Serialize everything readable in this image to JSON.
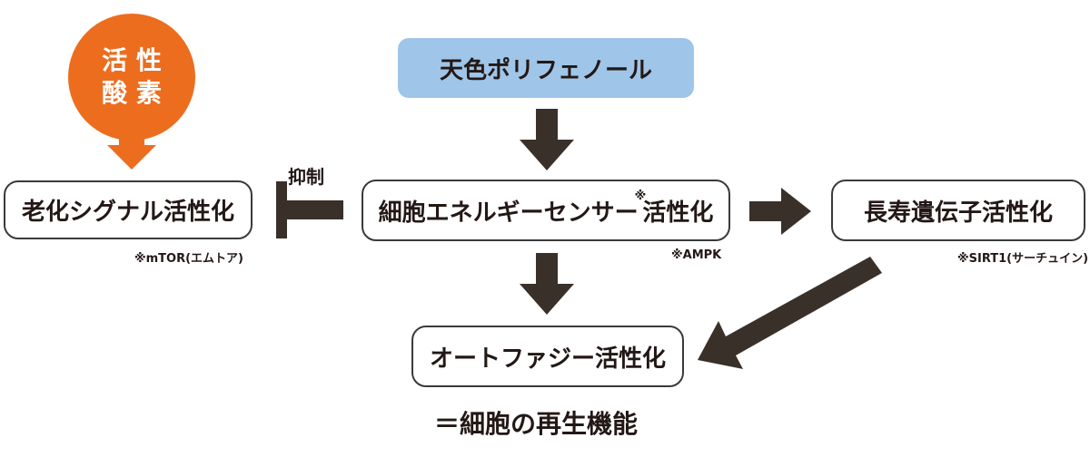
{
  "ros": {
    "line1": "活 性",
    "line2": "酸 素"
  },
  "polyphenol": "天色ポリフェノール",
  "boxes": {
    "aging": "老化シグナル活性化",
    "energy": "細胞エネルギーセンサー",
    "energy_suffix": "活性化",
    "energy_mark": "※",
    "longevity": "長寿遺伝子活性化",
    "autophagy": "オートファジー活性化"
  },
  "notes": {
    "aging": "※mTOR(エムトア)",
    "energy": "※AMPK",
    "longevity": "※SIRT1(サーチュイン)"
  },
  "inhibit_label": "抑制",
  "result": "＝細胞の再生機能",
  "colors": {
    "ros": "#ed6d1f",
    "polyphenol": "#9fc5e8",
    "arrow": "#3a302a"
  }
}
